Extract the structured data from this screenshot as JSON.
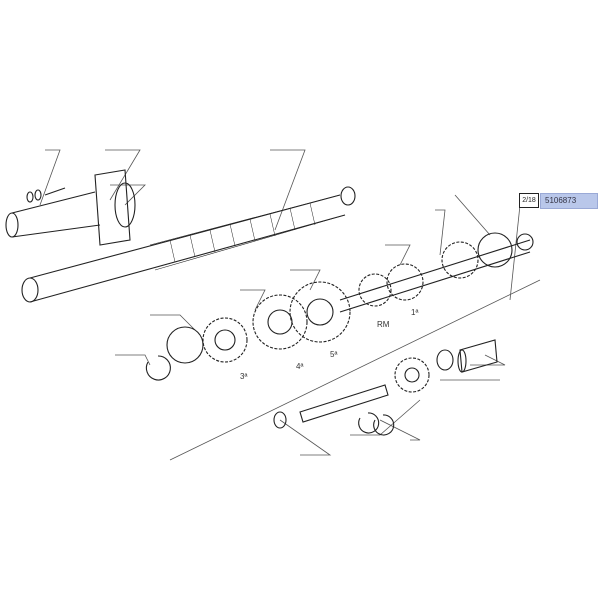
{
  "reference": {
    "figure": "2/18",
    "part_number": "5106873",
    "highlight_color": "#b9c7ea"
  },
  "gear_labels": {
    "third": "3ª",
    "fourth": "4ª",
    "fifth": "5ª",
    "reverse": "RM",
    "first": "1ª"
  }
}
